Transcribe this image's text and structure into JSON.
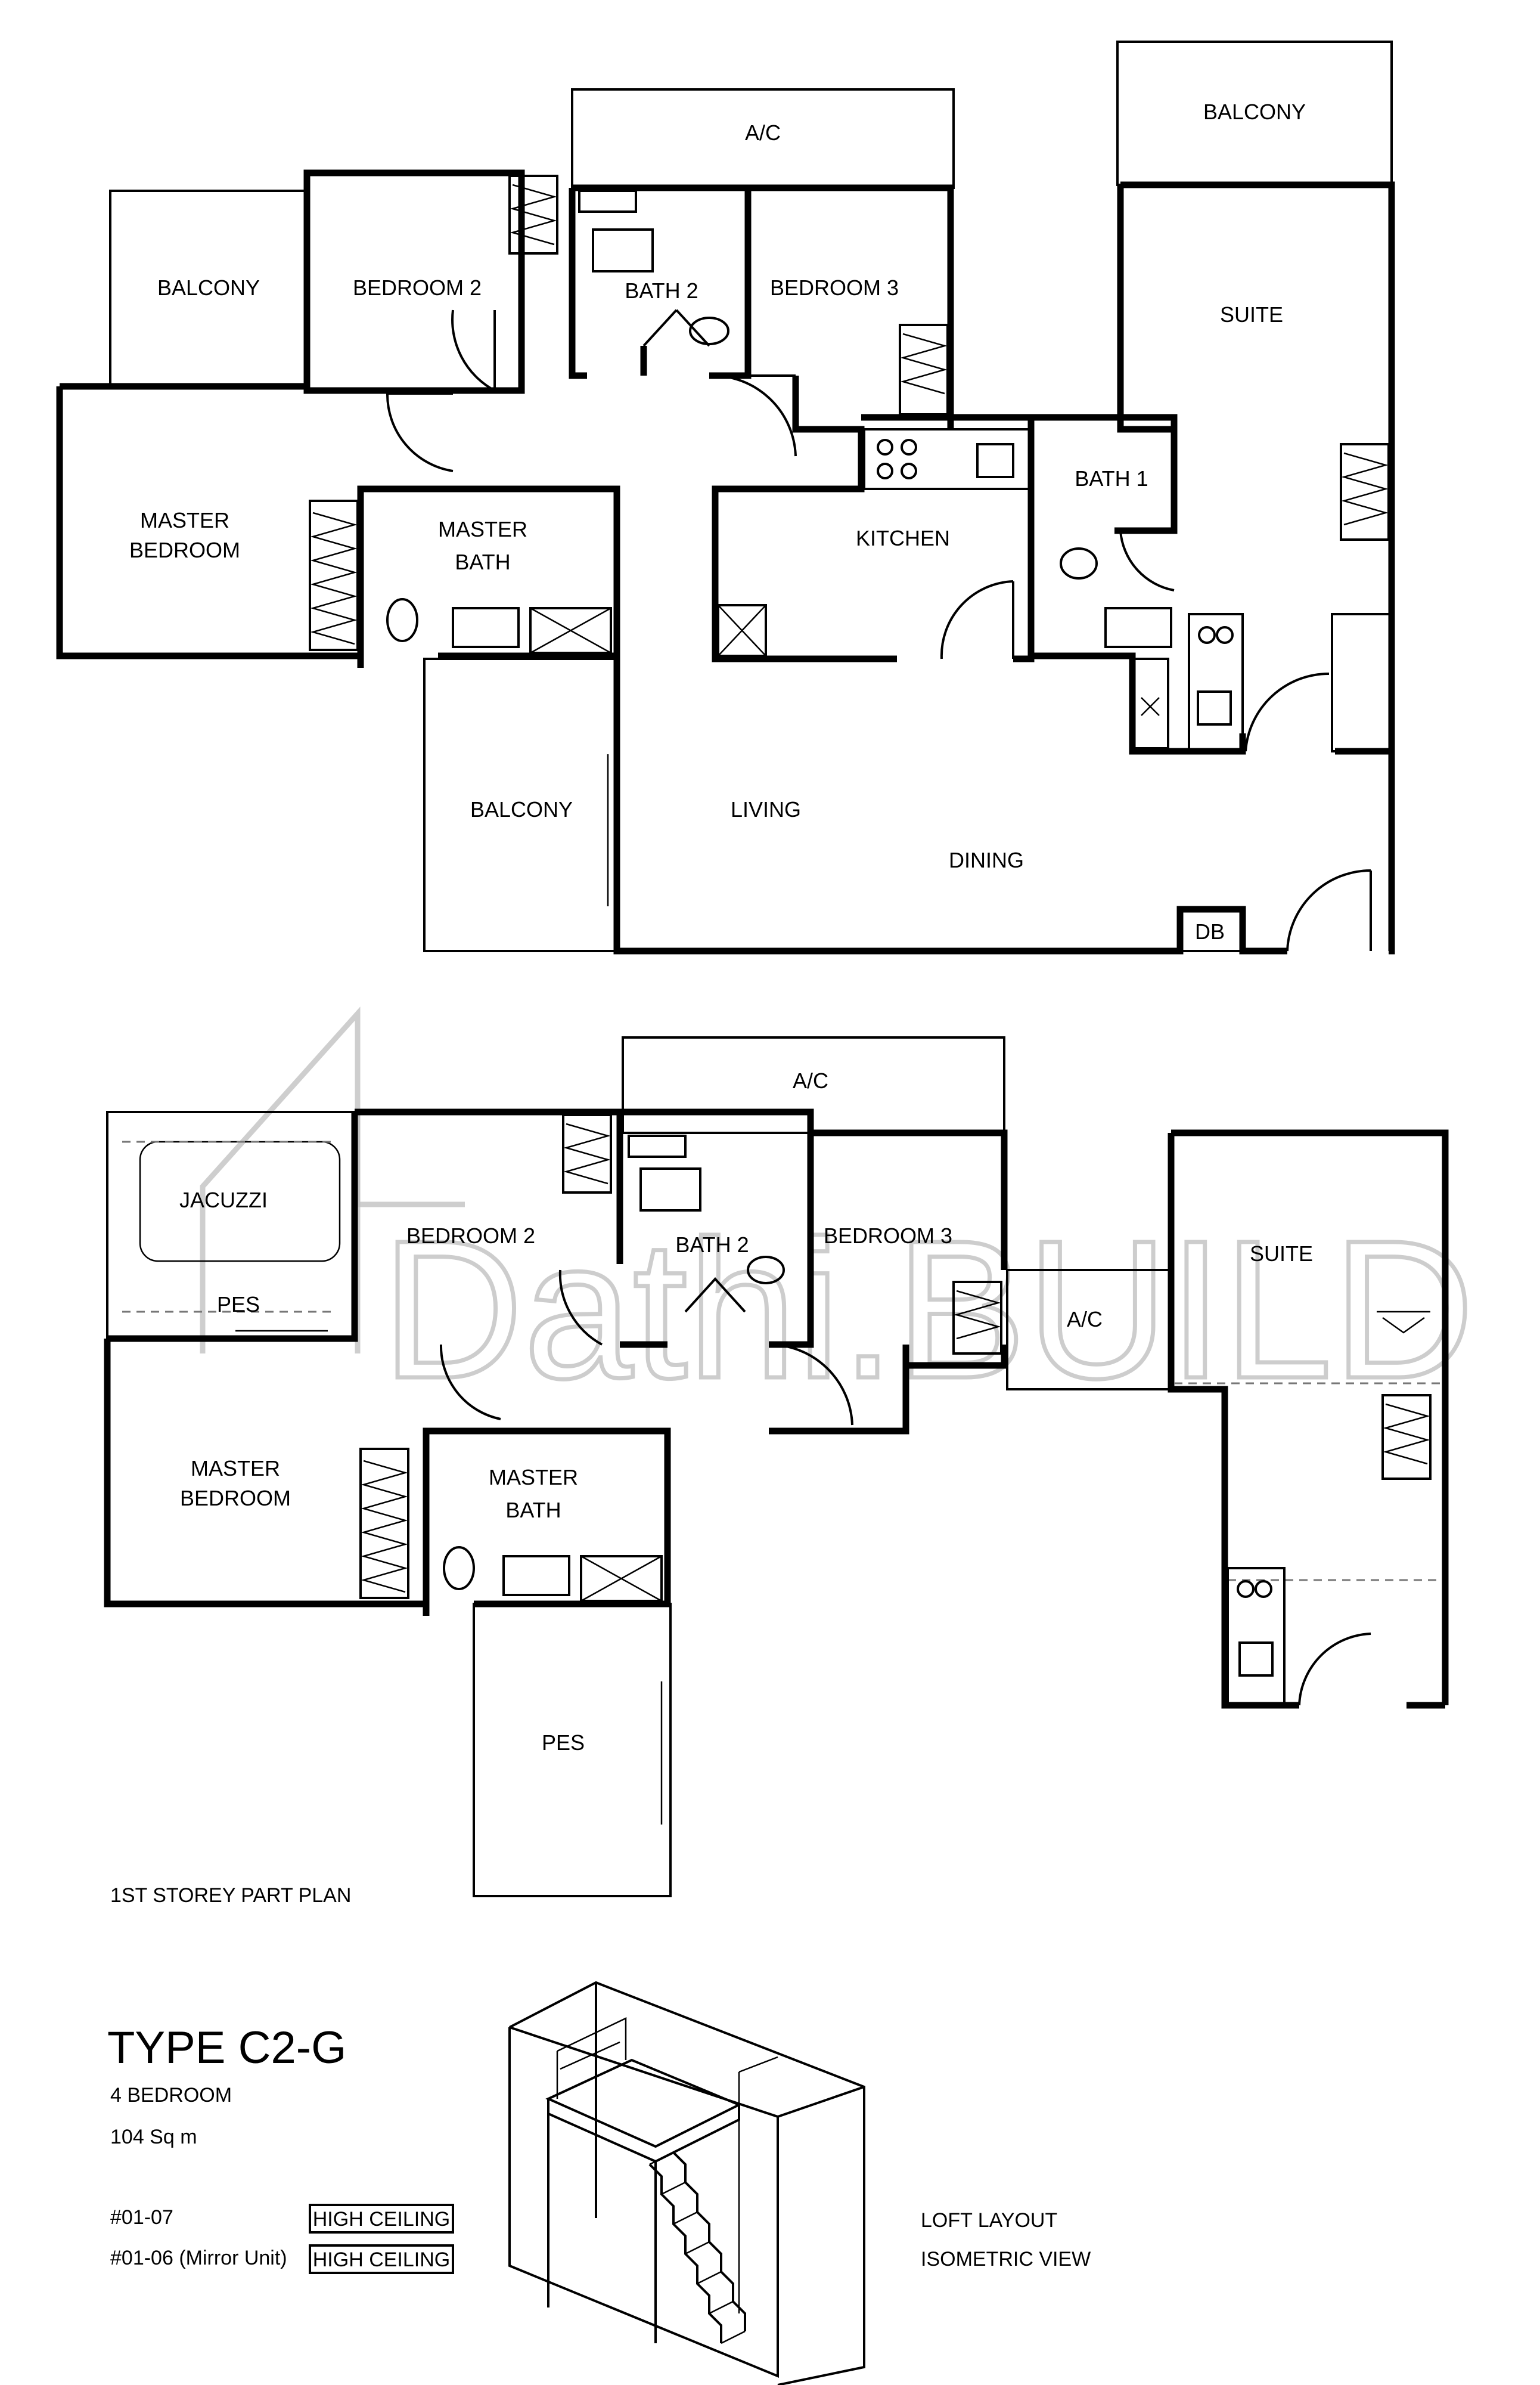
{
  "upper_plan": {
    "rooms": {
      "ac": "A/C",
      "balcony_right": "BALCONY",
      "balcony_left": "BALCONY",
      "bedroom2": "BEDROOM 2",
      "bath2": "BATH 2",
      "bedroom3": "BEDROOM 3",
      "suite": "SUITE",
      "bath1": "BATH 1",
      "master_bedroom_1": "MASTER",
      "master_bedroom_2": "BEDROOM",
      "master_bath_1": "MASTER",
      "master_bath_2": "BATH",
      "kitchen": "KITCHEN",
      "balcony_center": "BALCONY",
      "living": "LIVING",
      "dining": "DINING",
      "db": "DB"
    }
  },
  "lower_plan": {
    "rooms": {
      "ac_top": "A/C",
      "jacuzzi": "JACUZZI",
      "pes_left": "PES",
      "bedroom2": "BEDROOM 2",
      "bath2": "BATH 2",
      "bedroom3": "BEDROOM 3",
      "ac_mid": "A/C",
      "suite": "SUITE",
      "master_bedroom_1": "MASTER",
      "master_bedroom_2": "BEDROOM",
      "master_bath_1": "MASTER",
      "master_bath_2": "BATH",
      "pes_bottom": "PES"
    },
    "caption": "1ST STOREY PART PLAN"
  },
  "unit": {
    "type": "TYPE C2-G",
    "bedrooms": "4 BEDROOM",
    "area": "104 Sq m",
    "units": [
      {
        "number": "#01-07",
        "badge": "HIGH CEILING"
      },
      {
        "number": "#01-06 (Mirror Unit)",
        "badge": "HIGH CEILING"
      }
    ]
  },
  "isometric": {
    "caption_line1": "LOFT LAYOUT",
    "caption_line2": "ISOMETRIC VIEW"
  },
  "watermark": {
    "text": "Dathi.BUILD"
  }
}
